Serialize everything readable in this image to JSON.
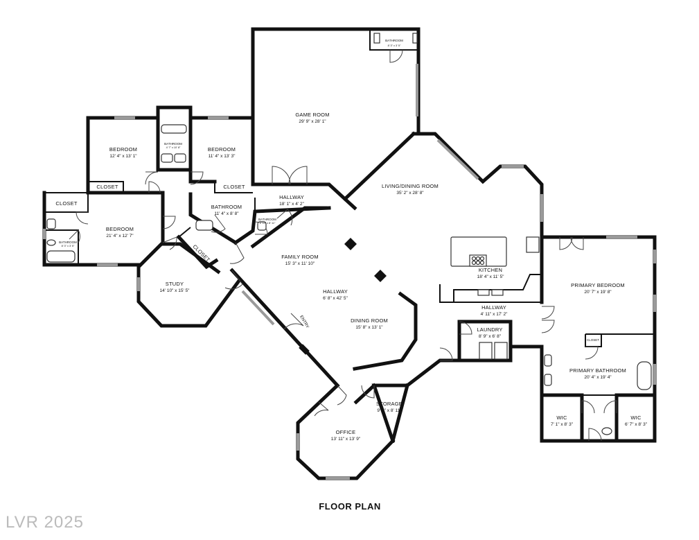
{
  "caption": "FLOOR PLAN",
  "watermark": "LVR 2025",
  "rooms": {
    "bathroom_top": {
      "name": "BATHROOM",
      "dim": "8' 3\" x 3' 5\""
    },
    "game_room": {
      "name": "GAME ROOM",
      "dim": "29' 9\" x 28' 1\""
    },
    "bedroom_a": {
      "name": "BEDROOM",
      "dim": "12' 4\" x 13' 1\""
    },
    "bedroom_b": {
      "name": "BEDROOM",
      "dim": "11' 4\" x 13' 3\""
    },
    "bathroom_small": {
      "name": "BATHROOM",
      "dim": "4' 7\" x 10' 8\""
    },
    "closet_a": {
      "name": "CLOSET"
    },
    "closet_b": {
      "name": "CLOSET"
    },
    "closet_c": {
      "name": "CLOSET"
    },
    "closet_d": {
      "name": "CLOSET"
    },
    "closet_e": {
      "name": "CLOSET"
    },
    "bedroom_c": {
      "name": "BEDROOM",
      "dim": "21' 4\" x 12' 7\""
    },
    "bathroom_left": {
      "name": "BATHROOM",
      "dim": "8' 3\" x 3' 5\""
    },
    "bathroom_mid": {
      "name": "BATHROOM",
      "dim": "11' 4\" x 8' 8\""
    },
    "bathroom_tiny": {
      "name": "BATHROOM",
      "dim": "6' 10\" x 8' 11\""
    },
    "hallway_top": {
      "name": "HALLWAY",
      "dim": "18' 1\" x 4' 2\""
    },
    "living_dining": {
      "name": "LIVING/DINING ROOM",
      "dim": "35' 2\" x 28' 8\""
    },
    "family_room": {
      "name": "FAMILY ROOM",
      "dim": "15' 3\" x 11' 10\""
    },
    "study": {
      "name": "STUDY",
      "dim": "14' 10\" x 15' 5\""
    },
    "kitchen": {
      "name": "KITCHEN",
      "dim": "18' 4\" x 11' 5\""
    },
    "hallway_center": {
      "name": "HALLWAY",
      "dim": "6' 8\" x 42' 5\""
    },
    "hallway_right": {
      "name": "HALLWAY",
      "dim": "4' 11\" x 17' 2\""
    },
    "primary_bedroom": {
      "name": "PRIMARY BEDROOM",
      "dim": "20' 7\" x 19' 8\""
    },
    "dining_room": {
      "name": "DINING ROOM",
      "dim": "15' 8\" x 13' 1\""
    },
    "entry": {
      "name": "ENTRY"
    },
    "laundry": {
      "name": "LAUNDRY",
      "dim": "8' 9\" x 6' 8\""
    },
    "primary_bathroom": {
      "name": "PRIMARY BATHROOM",
      "dim": "20' 4\" x 19' 4\""
    },
    "storage": {
      "name": "STORAGE",
      "dim": "9' 8\" x 8' 11\""
    },
    "office": {
      "name": "OFFICE",
      "dim": "13' 11\" x 13' 9\""
    },
    "wic_left": {
      "name": "WIC",
      "dim": "7' 1\" x 8' 3\""
    },
    "wic_right": {
      "name": "WIC",
      "dim": "6' 7\" x 8' 3\""
    }
  }
}
